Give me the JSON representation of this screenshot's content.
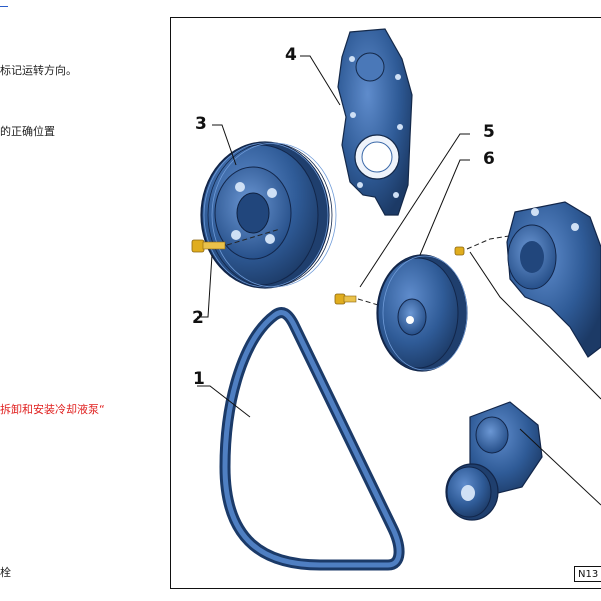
{
  "left_notes": [
    "标记运转方向。",
    "的正确位置",
    "拆卸和安装冷却液泵“",
    "栓"
  ],
  "callouts": [
    "1",
    "2",
    "3",
    "4",
    "5",
    "6"
  ],
  "figure_code": "N13",
  "colors": {
    "part_blue": "#2f5b97",
    "part_dark": "#1c3a66",
    "bolt_yellow": "#e0ad1e",
    "link_red": "#e0201f"
  }
}
